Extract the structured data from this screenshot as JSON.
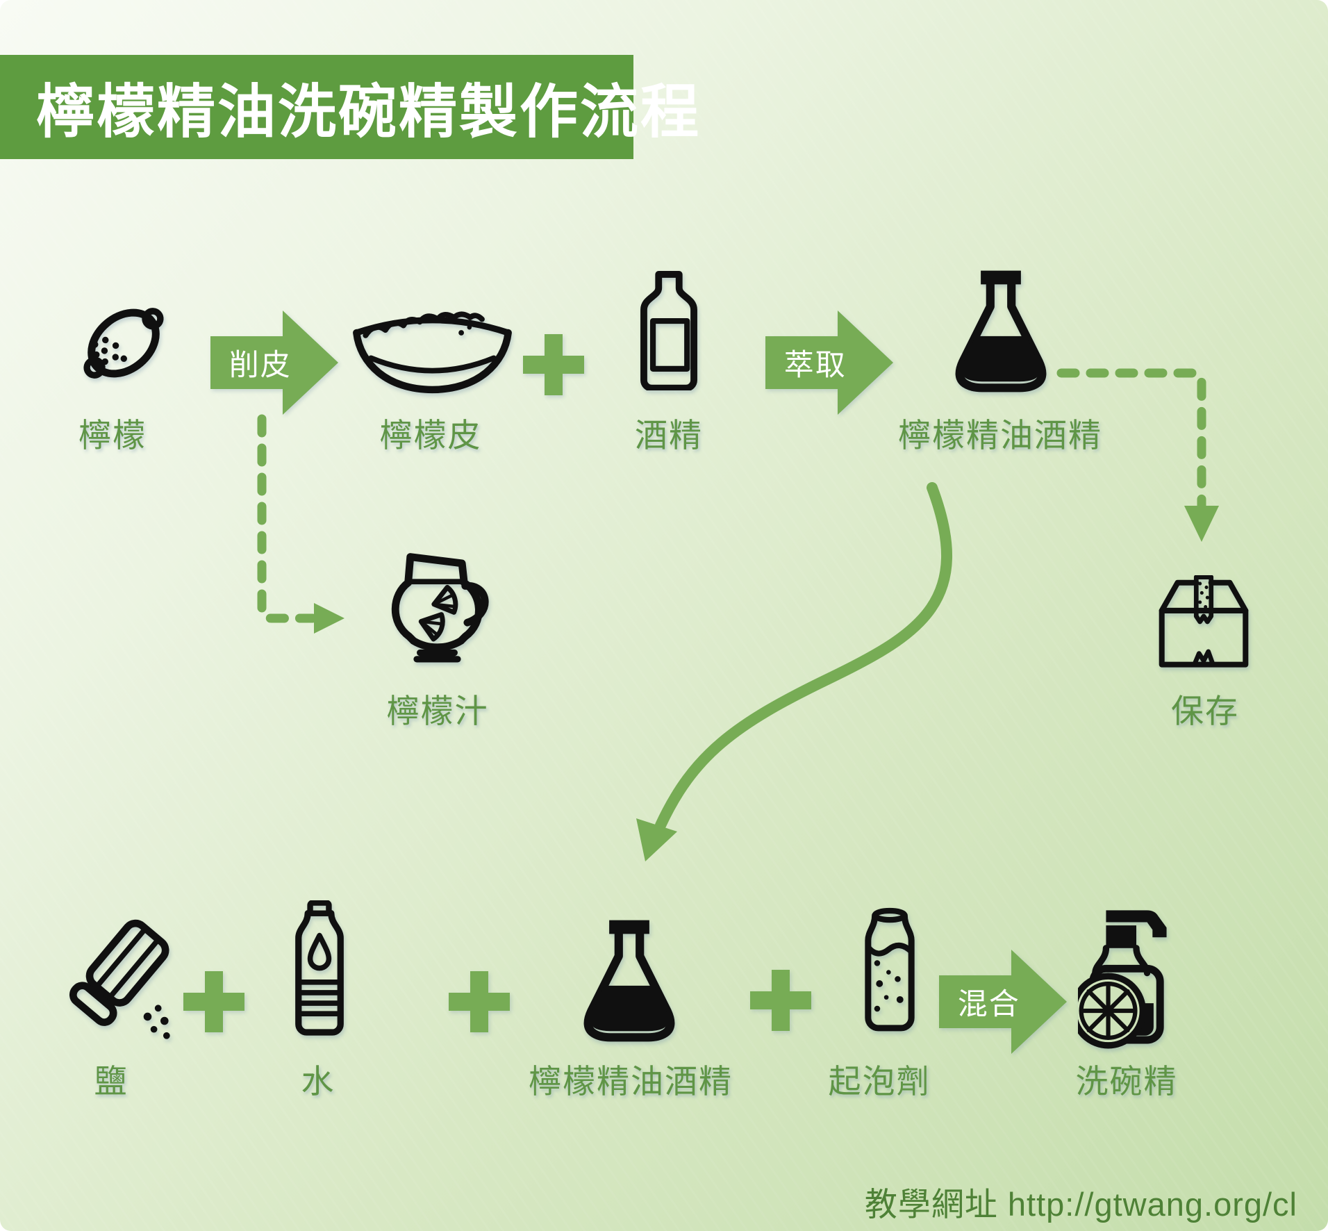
{
  "title": "檸檬精油洗碗精製作流程",
  "colors": {
    "banner_green": "#5e9c40",
    "accent_green": "#77ac55",
    "label_green": "#5f9546",
    "credit_green": "#4e8136",
    "icon_black": "#101010",
    "background_start": "#f8fbf4",
    "background_end": "#c4ddab",
    "arrow_text_white": "#ffffff"
  },
  "top_row": {
    "lemon": "檸檬",
    "peel_arrow": "削皮",
    "lemon_peel": "檸檬皮",
    "alcohol": "酒精",
    "extract_arrow": "萃取",
    "extract": "檸檬精油酒精"
  },
  "middle": {
    "lemon_juice": "檸檬汁",
    "store": "保存"
  },
  "bottom_row": {
    "salt": "鹽",
    "water": "水",
    "extract": "檸檬精油酒精",
    "foaming_agent": "起泡劑",
    "mix_arrow": "混合",
    "dish_soap": "洗碗精"
  },
  "footer": {
    "credit": "教學網址 http://gtwang.org/cl"
  },
  "icons": {
    "lemon": "lemon-outline-with-dots",
    "lemon_peel": "bowl-of-lemon-peel",
    "alcohol": "alcohol-bottle",
    "flask": "erlenmeyer-flask-with-liquid",
    "lemon_juice": "pitcher-with-lemon-slices",
    "store": "cardboard-box-with-tape",
    "salt": "tilted-salt-shaker-pouring",
    "water": "water-bottle-with-droplet",
    "foaming_agent": "bottle-with-bubbles",
    "dish_soap": "soap-dispenser-with-lemon-slice",
    "plus": "green-plus-sign",
    "flow_arrow": "green-block-arrow"
  }
}
